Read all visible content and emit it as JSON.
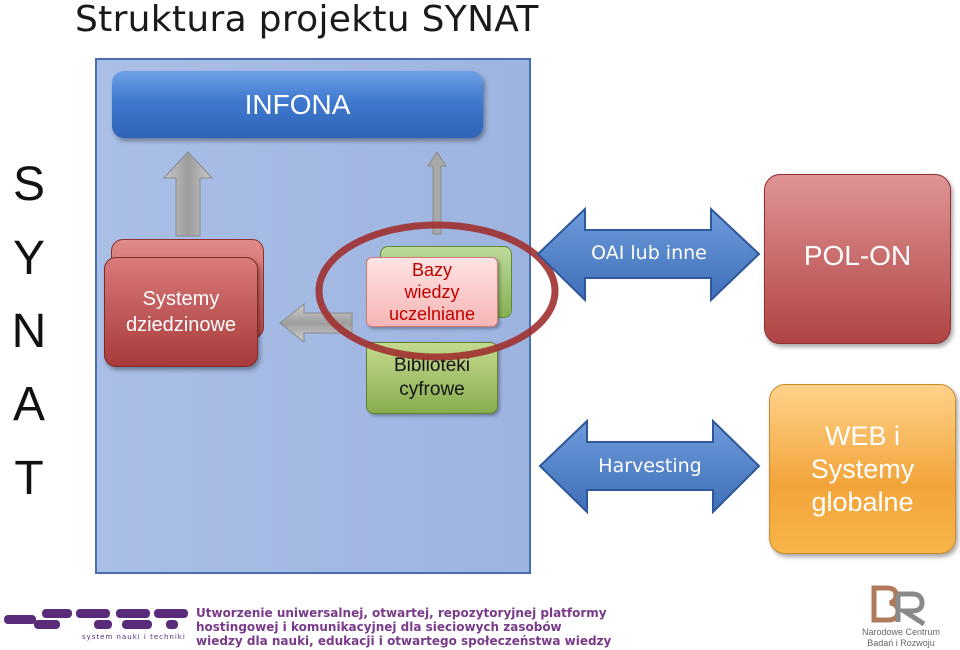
{
  "title": "Struktura projektu SYNAT",
  "vertical_letters": [
    "S",
    "Y",
    "N",
    "A",
    "T"
  ],
  "infona": "INFONA",
  "systemy_dziedzinowe": "Systemy dziedzinowe",
  "bazy_wiedzy": "Bazy wiedzy uczelniane",
  "biblioteki": "Biblioteki cyfrowe",
  "oai_label": "OAI lub inne",
  "harvesting_label": "Harvesting",
  "pol_on": "POL-ON",
  "web_systemy": "WEB i Systemy globalne",
  "footer": {
    "logo": "synat",
    "logo_subtitle": "system nauki i techniki",
    "line1": "Utworzenie uniwersalnej, otwartej, repozytoryjnej platformy",
    "line2": "hostingowej i komunikacyjnej dla sieciowych zasobów",
    "line3": "wiedzy dla nauki, edukacji i otwartego społeczeństwa wiedzy",
    "ncbr_line1": "Narodowe Centrum",
    "ncbr_line2": "Badań i Rozwoju"
  },
  "colors": {
    "panel": "#a9bfe6",
    "infona": "#3f79cf",
    "red": "#b04444",
    "green": "#86b153",
    "arrow_blue": "#4a7cc4",
    "highlight_ring": "#a03030"
  }
}
